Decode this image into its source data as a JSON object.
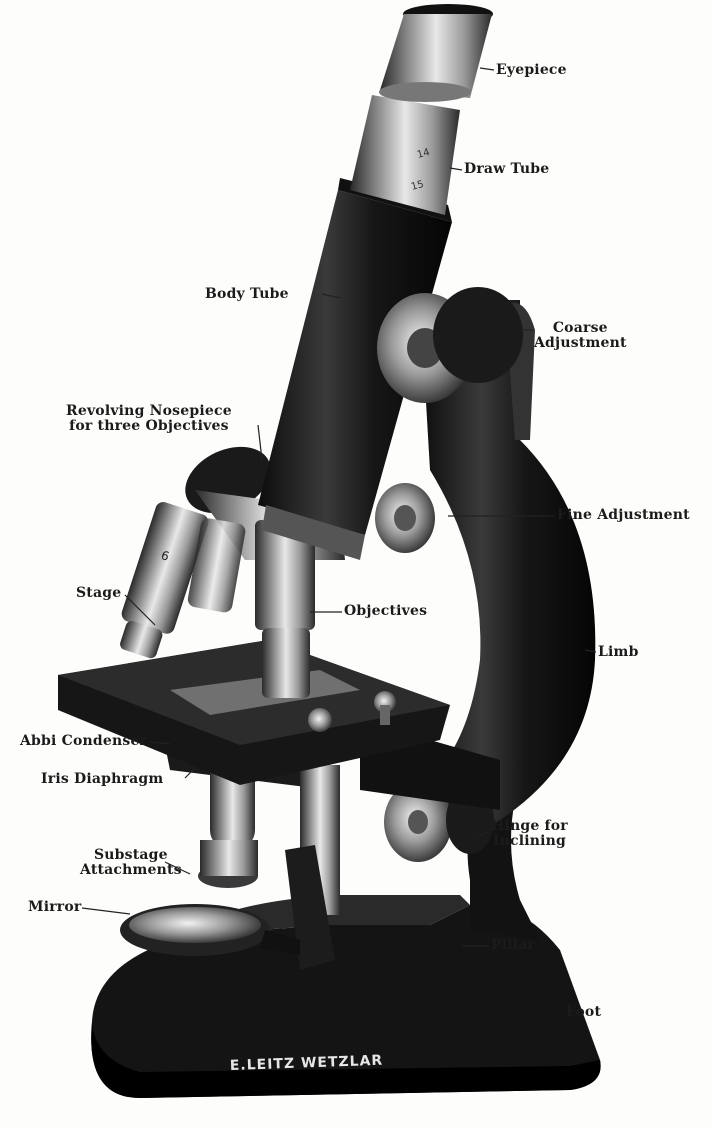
{
  "labels": {
    "eyepiece": "Eyepiece",
    "draw_tube": "Draw Tube",
    "body_tube": "Body Tube",
    "coarse_adjustment": [
      "Coarse",
      "Adjustment"
    ],
    "revolving_nosepiece": [
      "Revolving Nosepiece",
      "for three Objectives"
    ],
    "fine_adjustment": "Fine Adjustment",
    "stage": "Stage",
    "objectives": "Objectives",
    "limb": "Limb",
    "abbi_condenser": "Abbi Condenser",
    "iris_diaphragm": "Iris Diaphragm",
    "hinge_for_inclining": [
      "Hinge for",
      "Inclining"
    ],
    "substage_attachments": [
      "Substage",
      "Attachments"
    ],
    "mirror": "Mirror",
    "pillar": "Pillar",
    "foot": "Foot"
  },
  "engravings": {
    "maker": "E.LEITZ WETZLAR",
    "scale_top": "14",
    "scale_bottom": "15",
    "objective_mark": "6"
  },
  "colors": {
    "ink": "#111111",
    "paper": "#fdfdfb",
    "metal": "#cfcfcf",
    "label": "#1b1b1b"
  }
}
